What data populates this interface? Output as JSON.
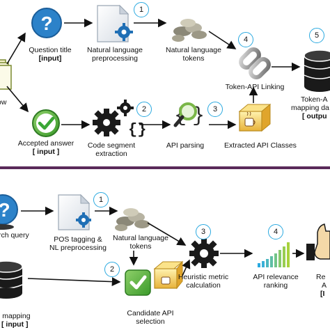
{
  "top_panel": {
    "question_title": "Question title",
    "question_title_input": "[input]",
    "nl_preprocessing": [
      "Natural language",
      "preprocessing"
    ],
    "nl_tokens": [
      "Natural language",
      "tokens"
    ],
    "token_api_linking": "Token-API Linking",
    "mapping_db": [
      "Token-A",
      "mapping da"
    ],
    "mapping_db_output": "[ outpu",
    "source_partial": "ow",
    "accepted_answer": "Accepted answer",
    "accepted_answer_input": "[ input ]",
    "code_segment": [
      "Code segment",
      "extraction"
    ],
    "api_parsing": "API parsing",
    "extracted_api_classes": "Extracted API Classes",
    "steps": [
      "1",
      "2",
      "3",
      "4",
      "5"
    ]
  },
  "bottom_panel": {
    "search_query": "rch query",
    "pos_tagging": [
      "POS tagging &",
      "NL preprocessing"
    ],
    "nl_tokens": [
      "Natural language",
      "tokens"
    ],
    "heuristic": [
      "Heuristic metric",
      "calculation"
    ],
    "api_relevance": [
      "API relevance",
      "ranking"
    ],
    "recommend": [
      "Re",
      "A"
    ],
    "recommend_input": "[I",
    "api_mapping": "l mapping",
    "api_mapping_input": "[ input ]",
    "candidate_api": [
      "Candidate API",
      "selection"
    ],
    "steps": [
      "1",
      "2",
      "3",
      "4"
    ]
  },
  "colors": {
    "separator": "#5a2a5a",
    "step_ring": "#2aa9e0",
    "gear_blue": "#1f6fb5",
    "check_green": "#3aa635",
    "question_blue": "#2c82c9"
  }
}
